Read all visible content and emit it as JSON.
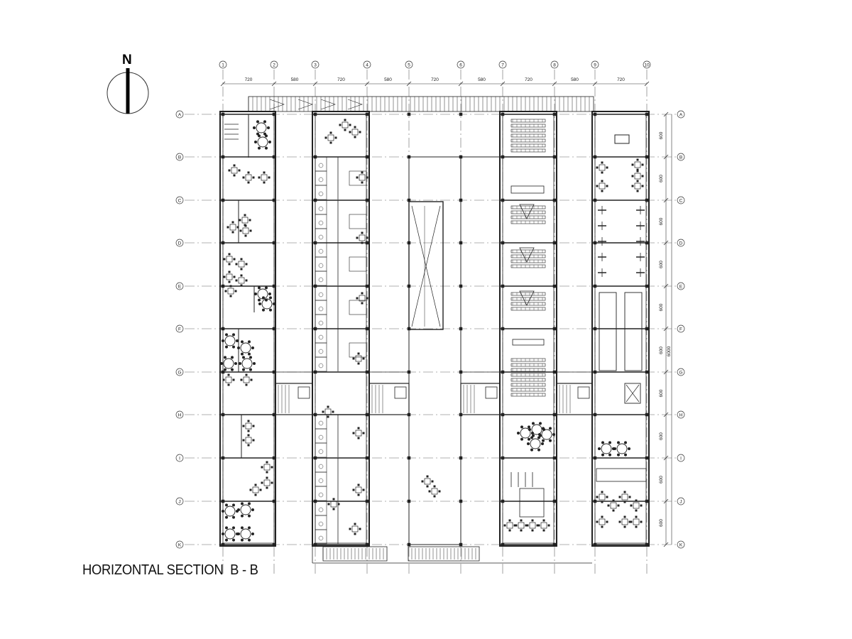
{
  "drawing": {
    "title": "HORIZONTAL SECTION  B - B",
    "north_label": "N"
  },
  "grid": {
    "columns": [
      "1",
      "2",
      "3",
      "4",
      "5",
      "6",
      "7",
      "8",
      "9",
      "10"
    ],
    "rows": [
      "A",
      "B",
      "C",
      "D",
      "E",
      "F",
      "G",
      "H",
      "I",
      "J",
      "K"
    ],
    "column_spacings": [
      "720",
      "580",
      "720",
      "580",
      "720",
      "580",
      "720",
      "580",
      "720"
    ],
    "row_spacings": [
      "600",
      "600",
      "600",
      "600",
      "600",
      "600",
      "600",
      "600",
      "600",
      "600"
    ],
    "total_dimension": "6000"
  },
  "colors": {
    "line": "#222222",
    "grid": "#555555",
    "background": "#ffffff"
  }
}
